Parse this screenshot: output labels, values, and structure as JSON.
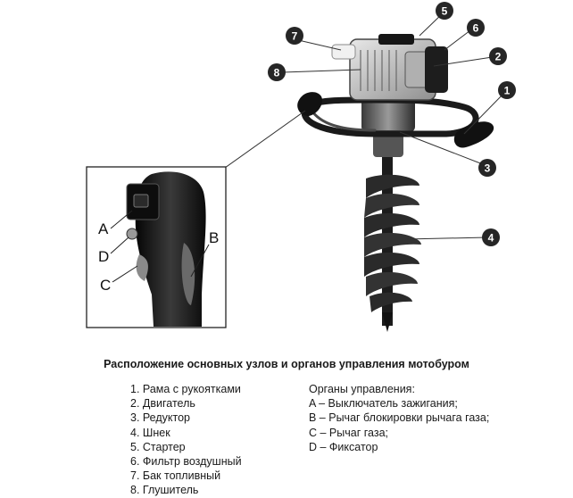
{
  "figure": {
    "callouts": [
      "1",
      "2",
      "3",
      "4",
      "5",
      "6",
      "7",
      "8"
    ],
    "inset_labels": [
      "A",
      "B",
      "C",
      "D"
    ]
  },
  "caption": "Расположение основных узлов и органов управления мотобуром",
  "parts": [
    "1. Рама с рукоятками",
    "2. Двигатель",
    "3. Редуктор",
    "4. Шнек",
    "5. Стартер",
    "6. Фильтр воздушный",
    "7. Бак топливный",
    "8. Глушитель"
  ],
  "controls": {
    "title": "Органы управления:",
    "items": [
      "A – Выключатель зажигания;",
      "B – Рычаг блокировки рычага газа;",
      "C – Рычаг газа;",
      "D – Фиксатор"
    ]
  }
}
